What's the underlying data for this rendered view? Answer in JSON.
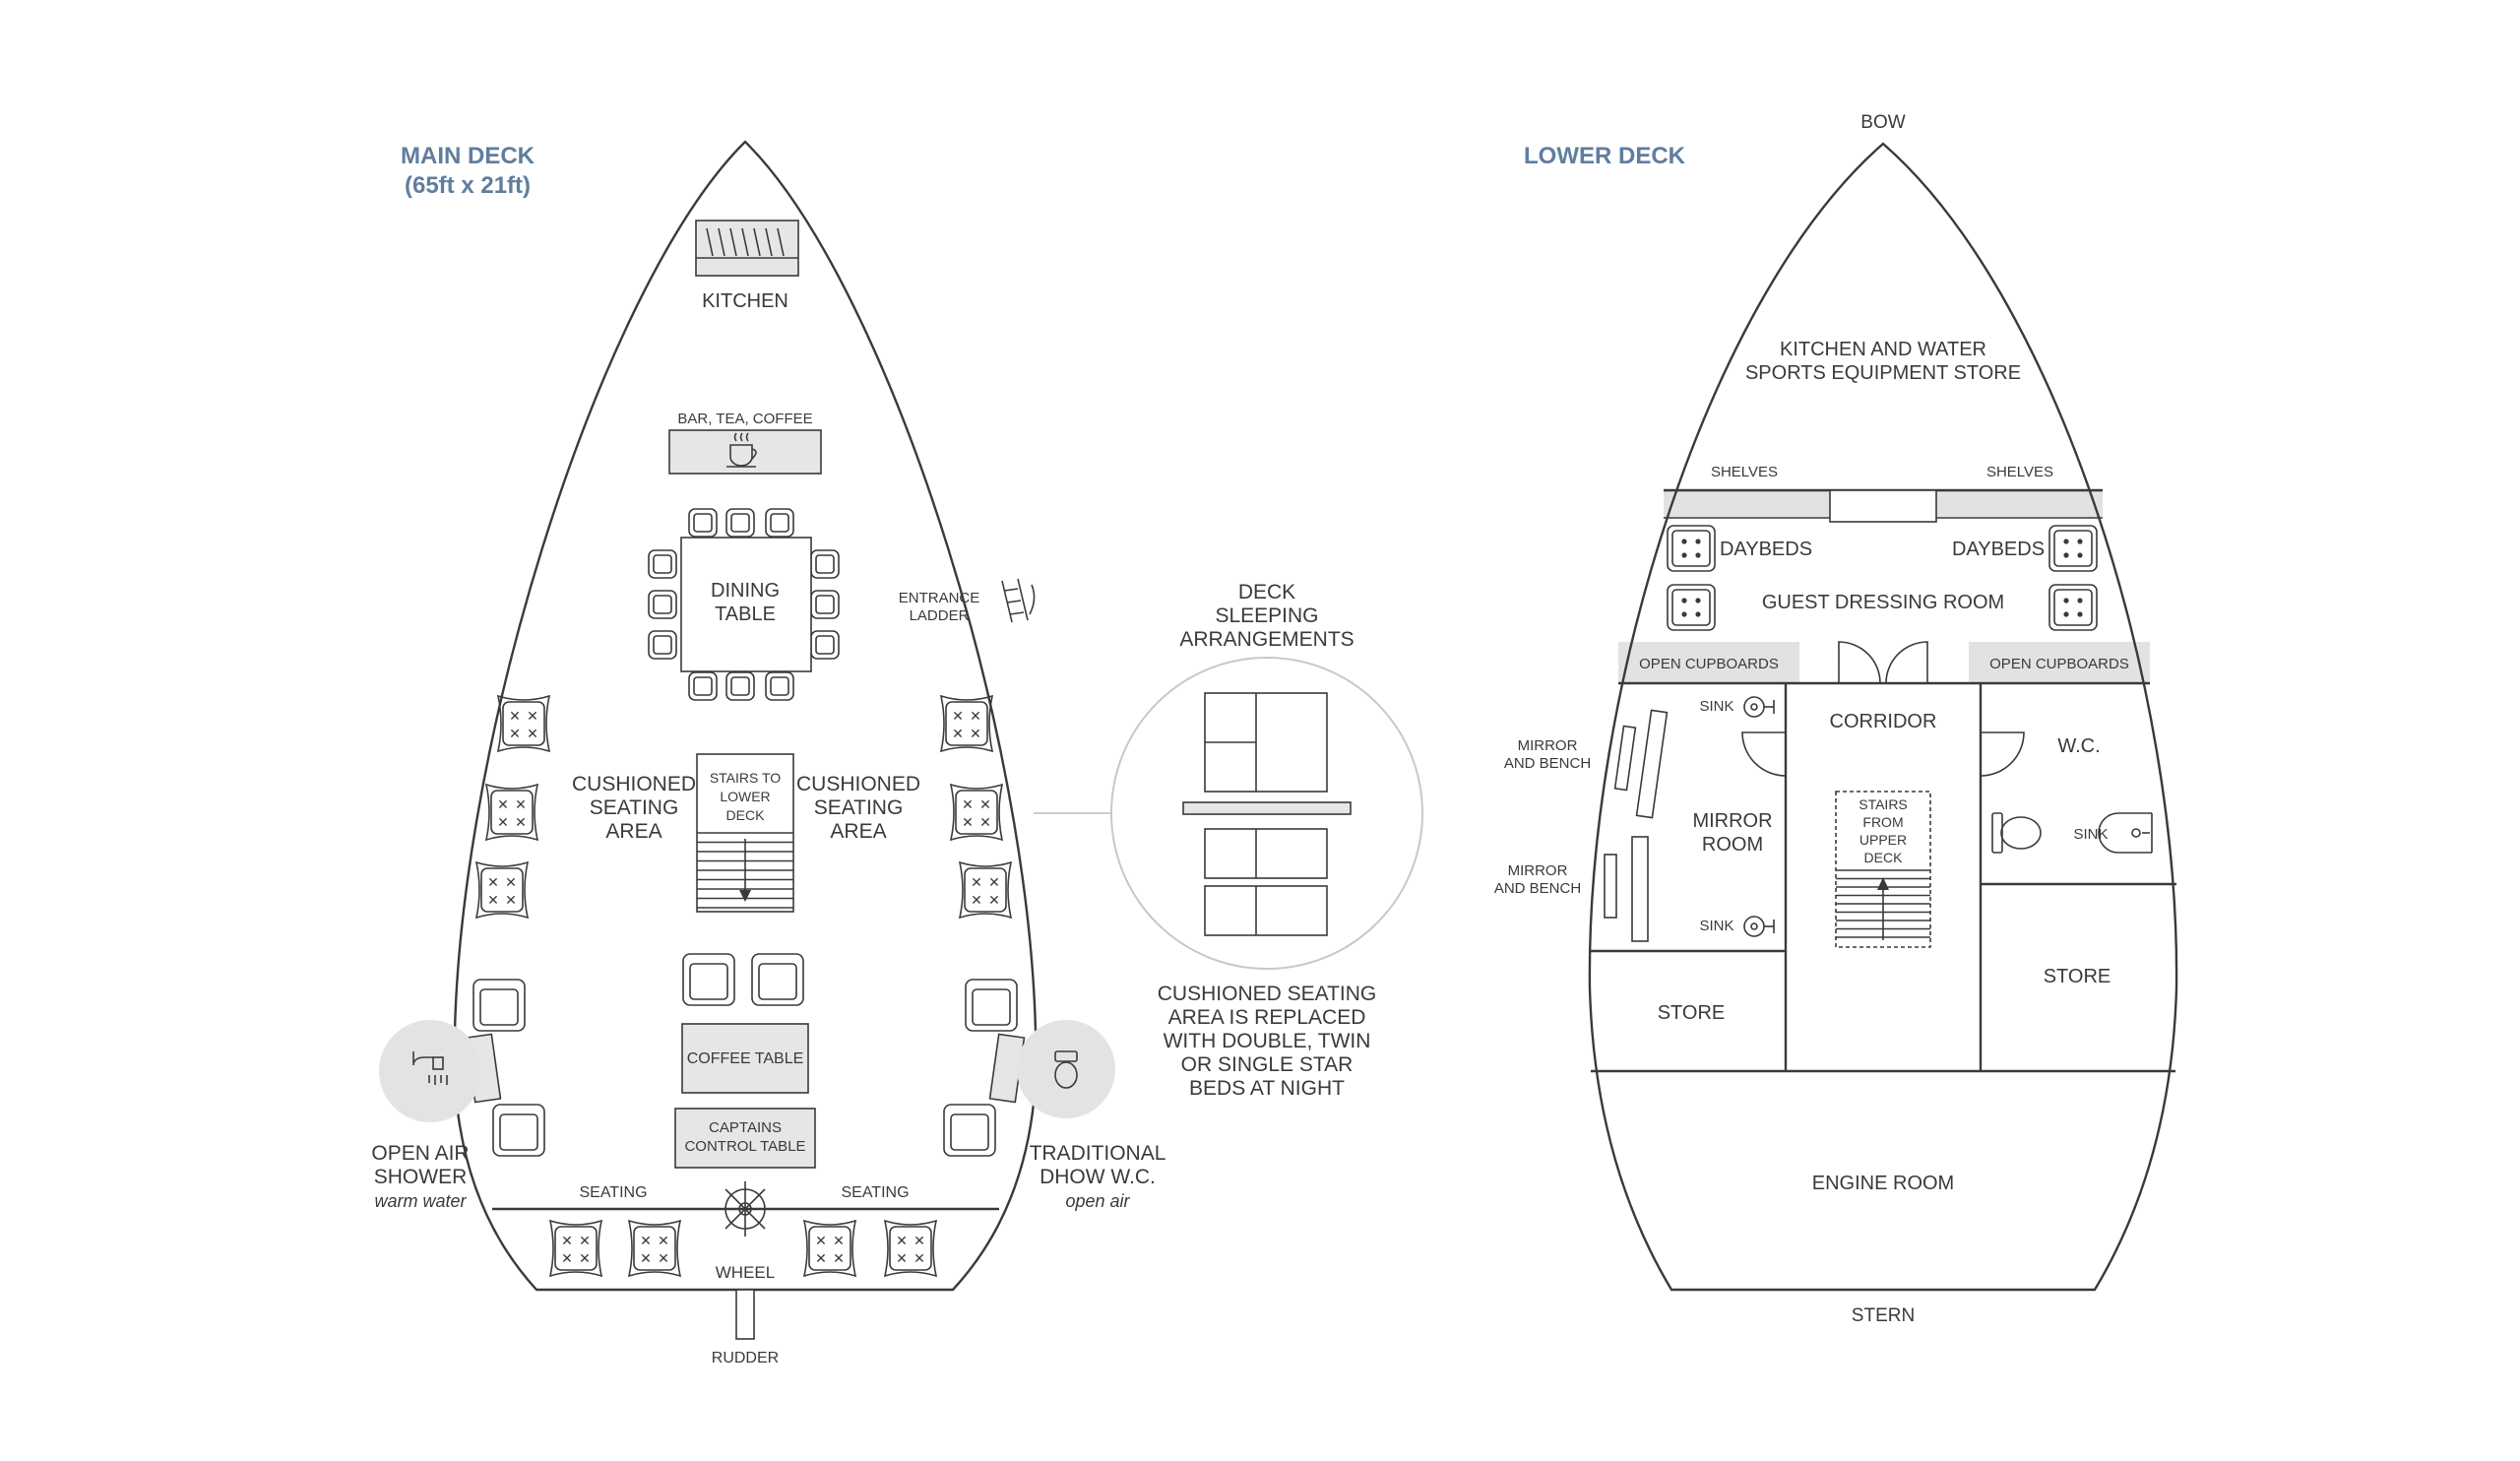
{
  "colors": {
    "title": "#5f7d9e",
    "line": "#3a3a3a",
    "shade": "#e2e2e2"
  },
  "main_deck": {
    "title": "MAIN DECK",
    "size": "(65ft x 21ft)",
    "kitchen": "KITCHEN",
    "bar": "BAR, TEA, COFFEE",
    "dining_1": "DINING",
    "dining_2": "TABLE",
    "entrance_1": "ENTRANCE",
    "entrance_2": "LADDER",
    "cush_left": [
      "CUSHIONED",
      "SEATING",
      "AREA"
    ],
    "cush_right": [
      "CUSHIONED",
      "SEATING",
      "AREA"
    ],
    "stairs": [
      "STAIRS TO",
      "LOWER",
      "DECK"
    ],
    "coffee_table": "COFFEE TABLE",
    "captains": [
      "CAPTAINS",
      "CONTROL TABLE"
    ],
    "shower": [
      "OPEN AIR",
      "SHOWER"
    ],
    "shower_note": "warm water",
    "dhow": [
      "TRADITIONAL",
      "DHOW W.C."
    ],
    "dhow_note": "open air",
    "seating_left": "SEATING",
    "seating_right": "SEATING",
    "wheel": "WHEEL",
    "rudder": "RUDDER"
  },
  "sleeping": {
    "title": [
      "DECK",
      "SLEEPING",
      "ARRANGEMENTS"
    ],
    "note": [
      "CUSHIONED SEATING",
      "AREA IS REPLACED",
      "WITH DOUBLE, TWIN",
      "OR SINGLE STAR",
      "BEDS AT NIGHT"
    ]
  },
  "lower_deck": {
    "title": "LOWER DECK",
    "bow": "BOW",
    "stern": "STERN",
    "kitchen_store": [
      "KITCHEN AND WATER",
      "SPORTS EQUIPMENT STORE"
    ],
    "shelves_left": "SHELVES",
    "shelves_right": "SHELVES",
    "daybeds_left": "DAYBEDS",
    "daybeds_right": "DAYBEDS",
    "guest_dressing": "GUEST DRESSING ROOM",
    "cupboards_left": "OPEN CUPBOARDS",
    "cupboards_right": "OPEN CUPBOARDS",
    "corridor": "CORRIDOR",
    "wc": "W.C.",
    "sink_top": "SINK",
    "sink_bottom": "SINK",
    "sink_wc": "SINK",
    "mirror_bench_1": [
      "MIRROR",
      "AND BENCH"
    ],
    "mirror_bench_2": [
      "MIRROR",
      "AND BENCH"
    ],
    "mirror_room": [
      "MIRROR",
      "ROOM"
    ],
    "stairs_from": [
      "STAIRS",
      "FROM",
      "UPPER",
      "DECK"
    ],
    "store_left": "STORE",
    "store_right": "STORE",
    "engine_room": "ENGINE ROOM"
  }
}
